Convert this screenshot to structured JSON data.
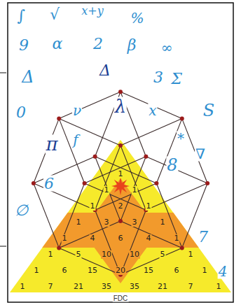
{
  "diagram": {
    "caption": "FDC",
    "labels": [
      "∫",
      "√",
      "x+y",
      "%",
      "9",
      "α",
      "2",
      "β",
      "∞",
      "Δ",
      "Δ",
      "3",
      "Σ",
      "0",
      "ν",
      "λ",
      "x",
      "S",
      "π",
      "f",
      "*",
      "8",
      "∇",
      "6",
      "∅",
      "7",
      "4",
      "1",
      "1",
      "1",
      "1",
      "2",
      "1",
      "1",
      "3",
      "3",
      "1",
      "1",
      "4",
      "6",
      "4",
      "1",
      "1",
      "5",
      "10",
      "10",
      "5",
      "1",
      "1",
      "6",
      "15",
      "20",
      "15",
      "6",
      "1",
      "1",
      "7",
      "21",
      "35",
      "35",
      "21",
      "7",
      "1"
    ]
  }
}
